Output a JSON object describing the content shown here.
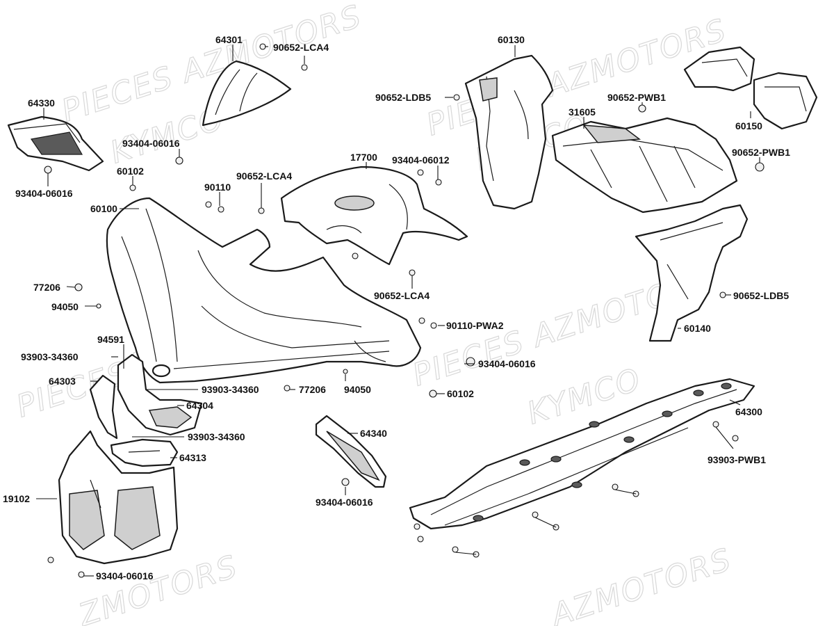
{
  "watermarks": {
    "w1": "PIECES AZMOTORS",
    "w2": "KYMCO",
    "w3": "PIECES AZMOTORS",
    "w4": "KYMCO",
    "w5": "PIECES AZMOTORS",
    "w6": "KYMCO",
    "w7": "PIECES AZMOTORS",
    "w8": "KYMCO",
    "w9": "ZMOTORS",
    "w10": "AZMOTORS"
  },
  "labels": {
    "l64301": "64301",
    "l90652lca4_top": "90652-LCA4",
    "l64330": "64330",
    "l93404_06016_a": "93404-06016",
    "l93404_06016_b": "93404-06016",
    "l60102_a": "60102",
    "l90110": "90110",
    "l90652lca4_mid": "90652-LCA4",
    "l60100": "60100",
    "l17700": "17700",
    "l93404_06012": "93404-06012",
    "l90652ldb5_top": "90652-LDB5",
    "l60130": "60130",
    "l90652pwb1_a": "90652-PWB1",
    "l31605": "31605",
    "l60150": "60150",
    "l90652pwb1_b": "90652-PWB1",
    "l77206_a": "77206",
    "l94050_a": "94050",
    "l90652lca4_low": "90652-LCA4",
    "l90652ldb5_low": "90652-LDB5",
    "l90110pwa2": "90110-PWA2",
    "l60140": "60140",
    "l94591": "94591",
    "l93903_34360_a": "93903-34360",
    "l64303": "64303",
    "l93903_34360_b": "93903-34360",
    "l64304": "64304",
    "l77206_b": "77206",
    "l94050_b": "94050",
    "l93404_06016_c": "93404-06016",
    "l60102_b": "60102",
    "l64300": "64300",
    "l93903_34360_c": "93903-34360",
    "l64340": "64340",
    "l64313": "64313",
    "l93903pwb1": "93903-PWB1",
    "l19102": "19102",
    "l93404_06016_d": "93404-06016",
    "l93404_06016_e": "93404-06016"
  }
}
